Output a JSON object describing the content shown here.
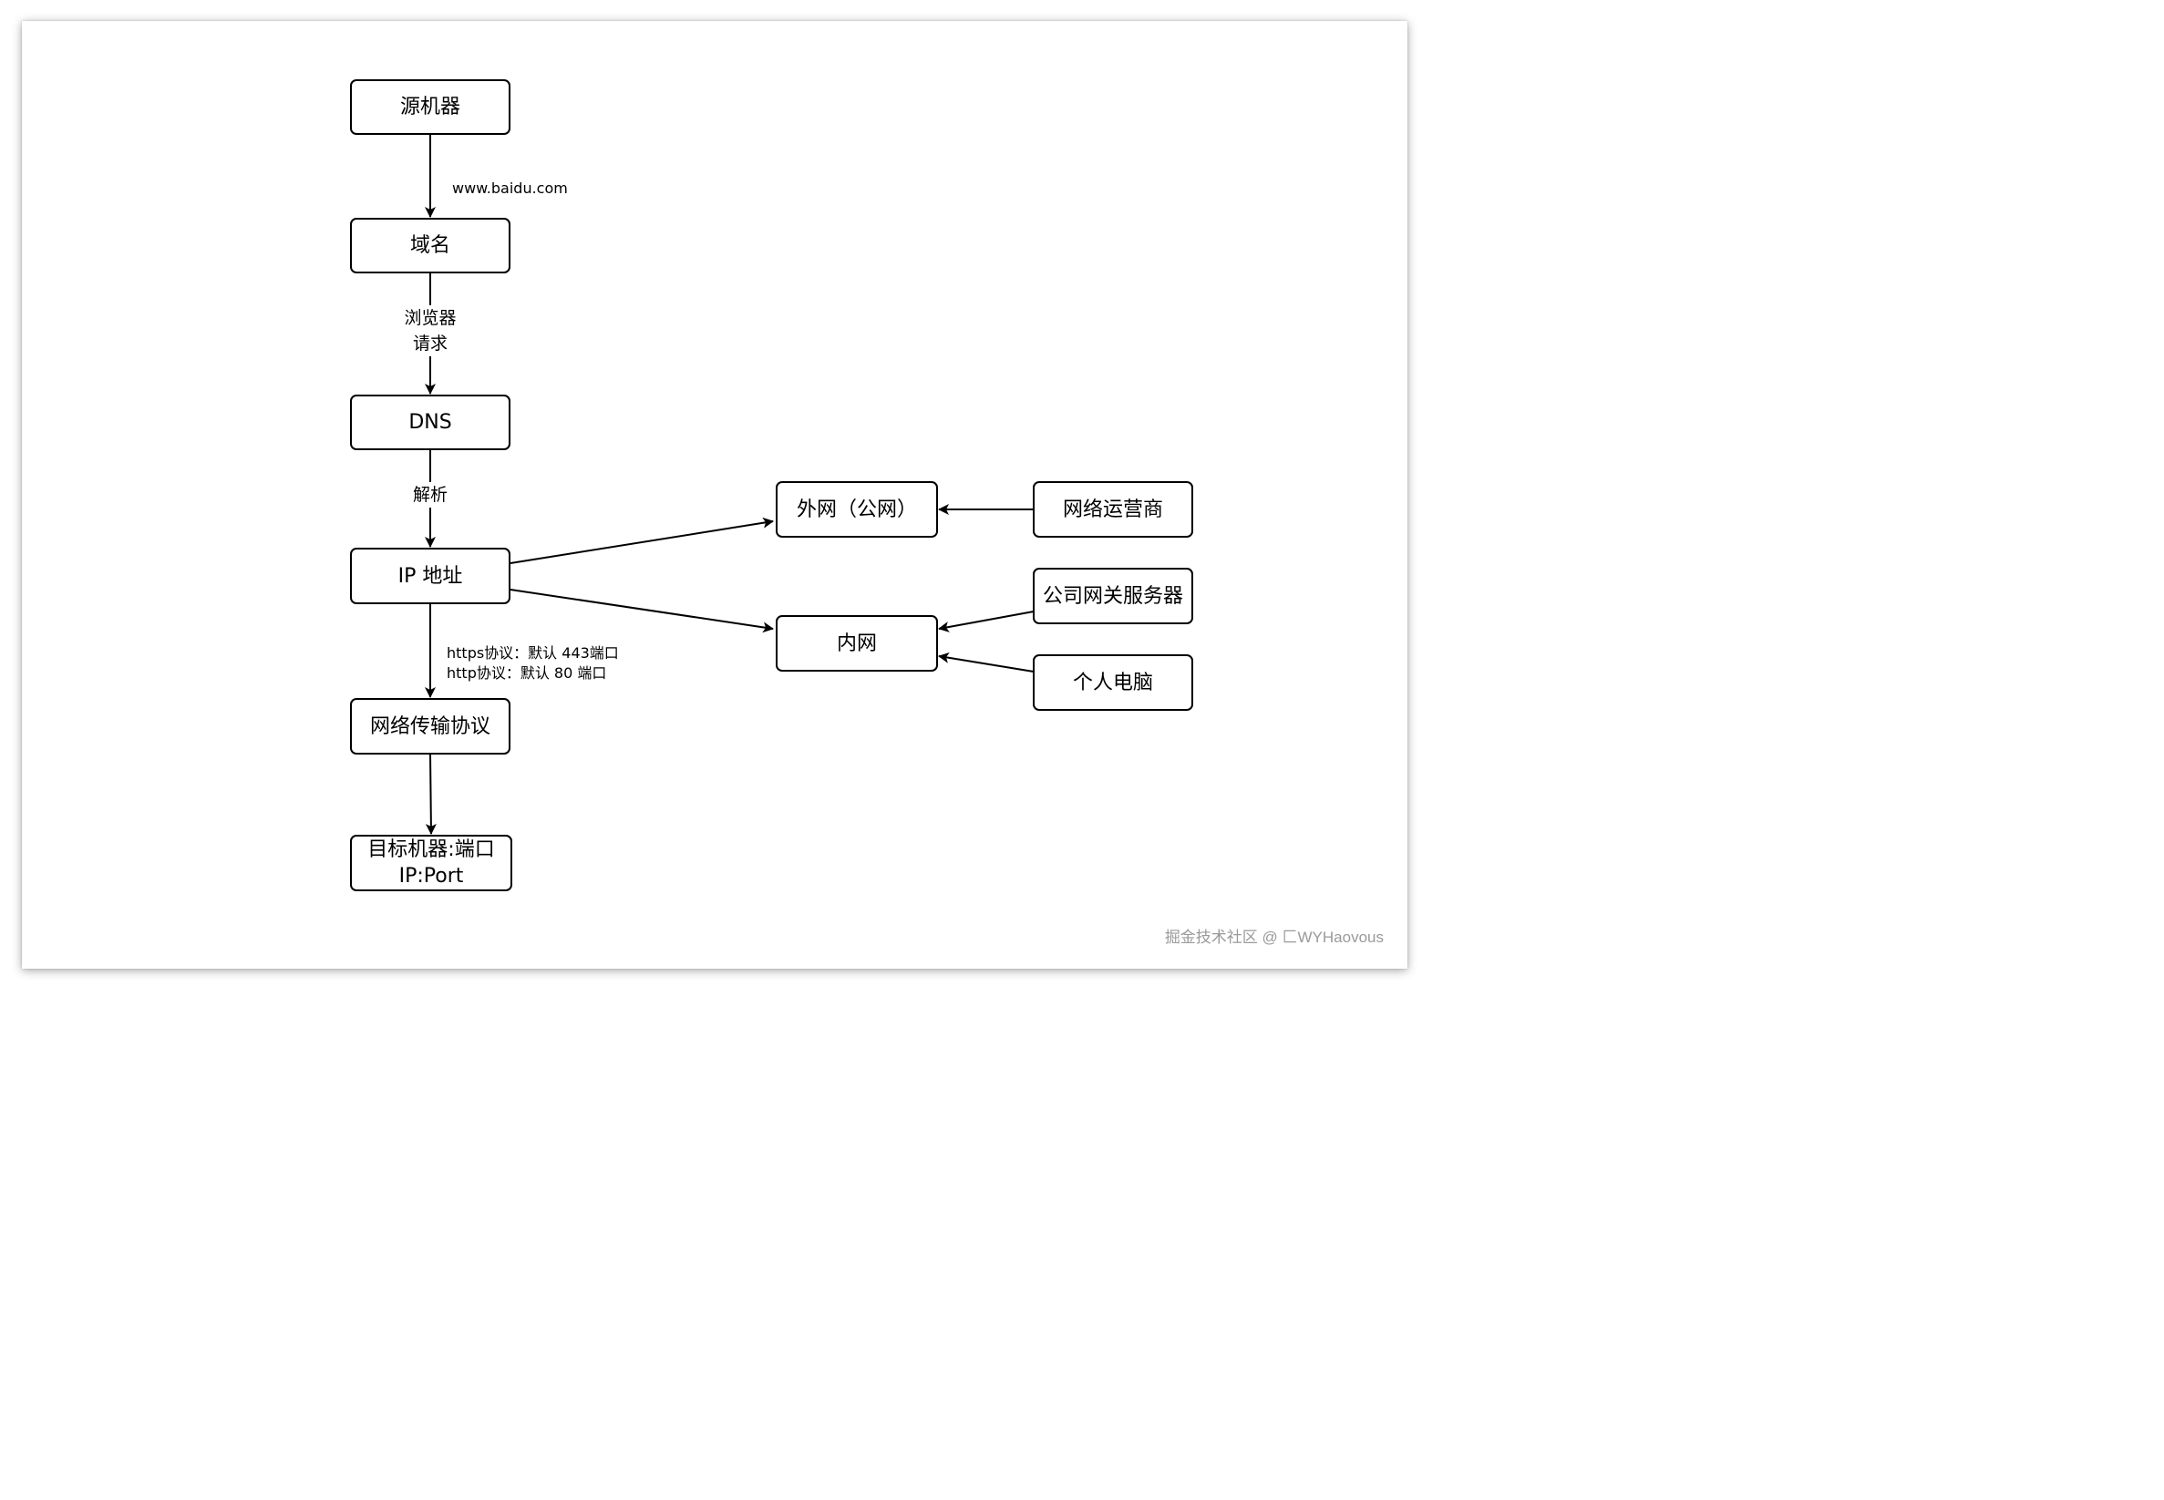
{
  "nodes": {
    "source_machine": "源机器",
    "domain_name": "域名",
    "dns": "DNS",
    "ip_address": "IP 地址",
    "transport_protocol": "网络传输协议",
    "target_machine": {
      "line1": "目标机器:端口",
      "line2": "IP:Port"
    },
    "public_network": "外网（公网）",
    "isp": "网络运营商",
    "intranet": "内网",
    "company_gateway_server": "公司网关服务器",
    "personal_computer": "个人电脑"
  },
  "edge_labels": {
    "source_to_domain": "www.baidu.com",
    "domain_to_dns": {
      "line1": "浏览器",
      "line2": "请求"
    },
    "dns_to_ip": "解析",
    "ip_to_protocol": {
      "line1": "https协议：默认 443端口",
      "line2": "http协议：默认 80 端口"
    }
  },
  "watermark": "掘金技术社区 @ 匚WYHaovous",
  "colors": {
    "stroke": "#000000",
    "background": "#ffffff",
    "watermark": "#9a9a9a"
  }
}
